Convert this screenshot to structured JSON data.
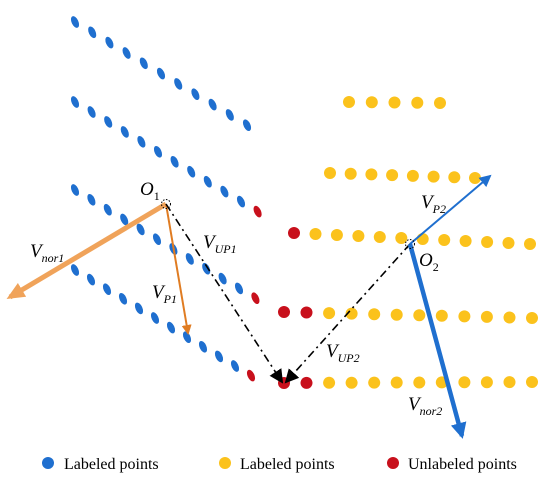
{
  "colors": {
    "blue": "#1f6fcf",
    "yellow": "#fbc21c",
    "red": "#c8101c",
    "orange": "#f0a35a",
    "orange_thin": "#e07c22",
    "arrow_blue": "#1f6fcf"
  },
  "labels": {
    "o1": {
      "main": "O",
      "sub": "1"
    },
    "o2": {
      "main": "O",
      "sub": "2"
    },
    "vnor1": {
      "main": "V",
      "sub": "nor1"
    },
    "vup1": {
      "main": "V",
      "sub": "UP1"
    },
    "vp1": {
      "main": "V",
      "sub": "P1"
    },
    "vp2": {
      "main": "V",
      "sub": "P2"
    },
    "vup2": {
      "main": "V",
      "sub": "UP2"
    },
    "vnor2": {
      "main": "V",
      "sub": "nor2"
    }
  },
  "legend": [
    {
      "label": "Labeled points",
      "color": "blue"
    },
    {
      "label": "Labeled points",
      "color": "yellow"
    },
    {
      "label": "Unlabeled points",
      "color": "red"
    }
  ]
}
